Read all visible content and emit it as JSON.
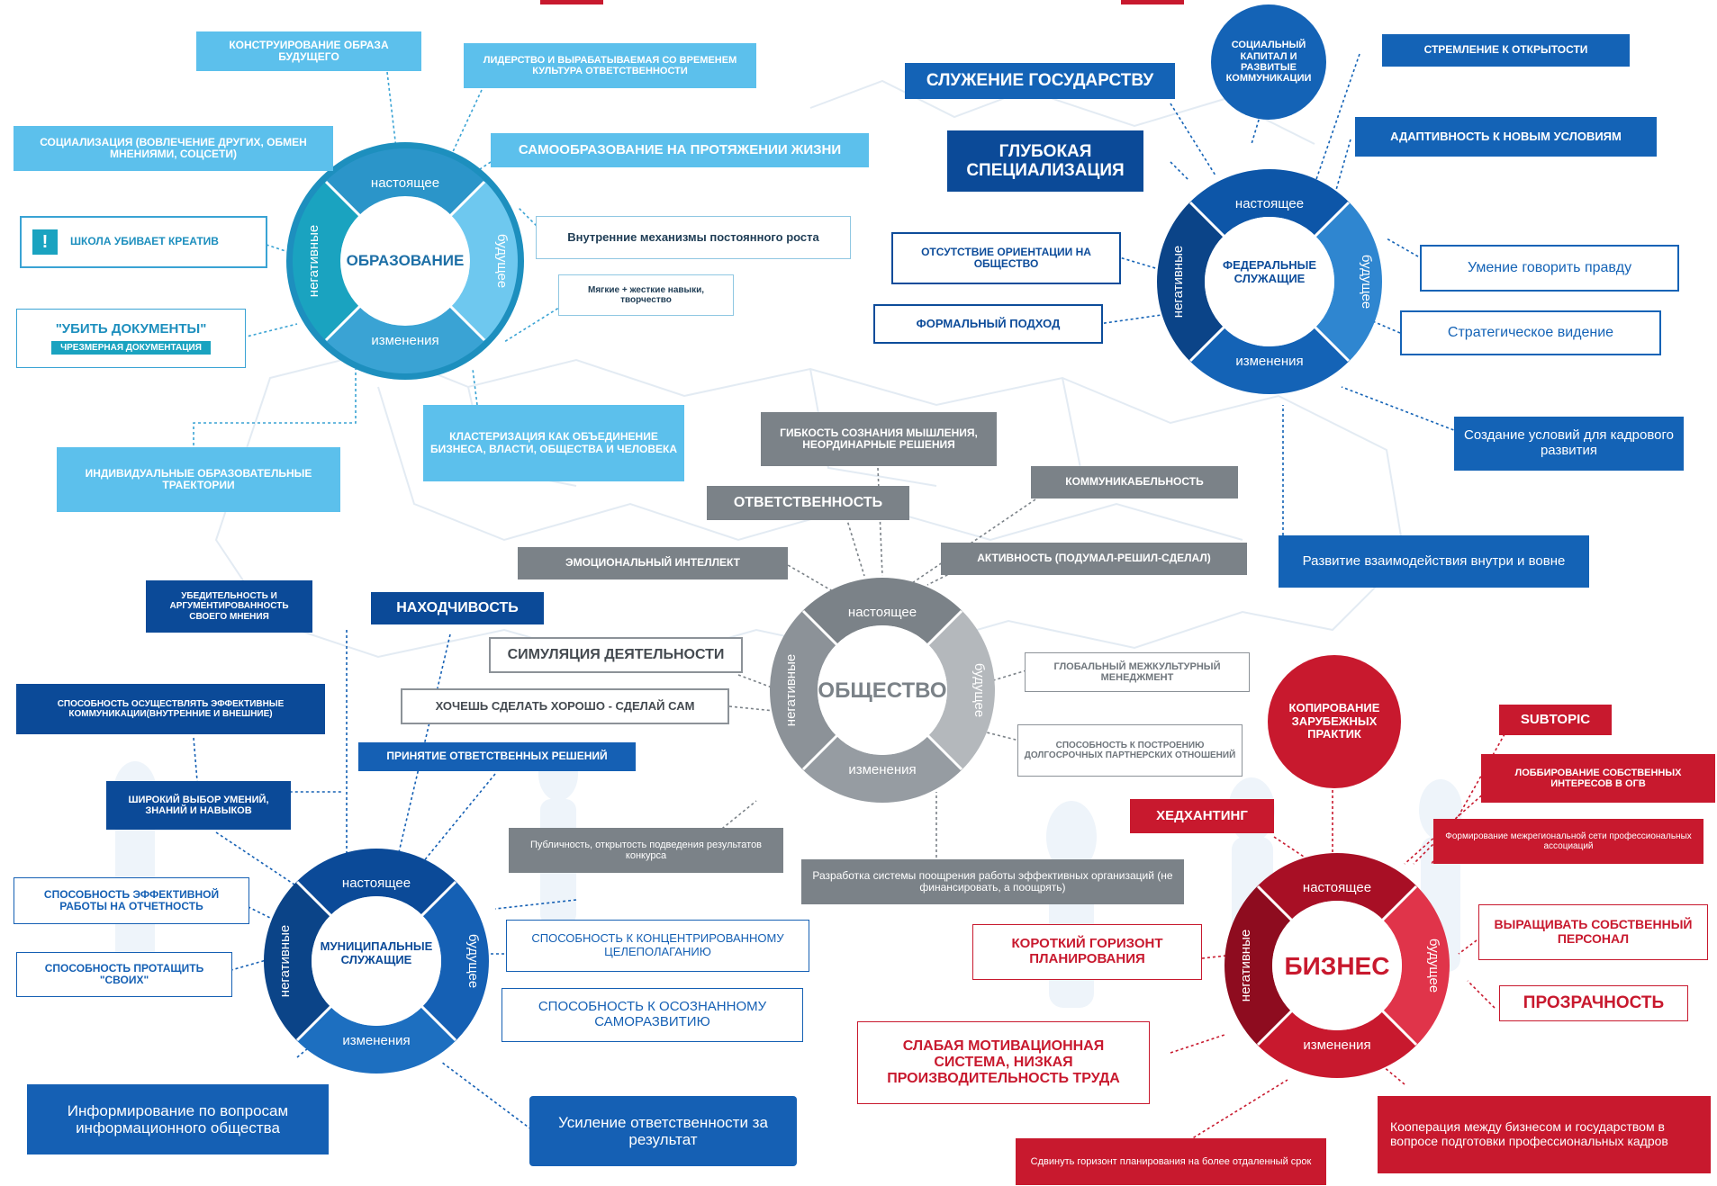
{
  "colors": {
    "edu_dark": "#1d8fbe",
    "edu_mid": "#3aa3d4",
    "edu_light": "#5cc0ec",
    "edu_teal": "#1aa3c0",
    "fed_dark": "#0d4c9a",
    "fed_mid": "#1463b6",
    "fed_light": "#2f86d0",
    "soc_dark": "#7b8288",
    "soc_mid": "#969ca2",
    "soc_light": "#b4b8bc",
    "mun_dark": "#0b4a98",
    "mun_mid": "#1560b4",
    "biz_dark": "#a80f25",
    "biz_mid": "#c8192e",
    "biz_light": "#e0344a",
    "outline_blue": "#1e5fae",
    "outline_grey": "#6f767c",
    "outline_red": "#c8192e"
  },
  "hubs": {
    "education": {
      "center": "ОБРАЗОВАНИЕ",
      "top": "настоящее",
      "right": "будущее",
      "bottom": "изменения",
      "left": "негативные"
    },
    "federal": {
      "center": "ФЕДЕРАЛЬНЫЕ СЛУЖАЩИЕ",
      "top": "настоящее",
      "right": "будущее",
      "bottom": "изменения",
      "left": "негативные"
    },
    "society": {
      "center": "ОБЩЕСТВО",
      "top": "настоящее",
      "right": "будущее",
      "bottom": "изменения",
      "left": "негативные"
    },
    "municipal": {
      "center": "МУНИЦИПАЛЬНЫЕ СЛУЖАЩИЕ",
      "top": "настоящее",
      "right": "будущее",
      "bottom": "изменения",
      "left": "негативные"
    },
    "business": {
      "center": "БИЗНЕС",
      "top": "настоящее",
      "right": "будущее",
      "bottom": "изменения",
      "left": "негативные"
    }
  },
  "education": {
    "n1": "КОНСТРУИРОВАНИЕ ОБРАЗА БУДУЩЕГО",
    "n2": "ЛИДЕРСТВО И ВЫРАБАТЫВАЕМАЯ СО ВРЕМЕНЕМ КУЛЬТУРА ОТВЕТСТВЕННОСТИ",
    "n3": "СОЦИАЛИЗАЦИЯ (ВОВЛЕЧЕНИЕ ДРУГИХ, ОБМЕН МНЕНИЯМИ, СОЦСЕТИ)",
    "n4": "САМООБРАЗОВАНИЕ НА ПРОТЯЖЕНИИ ЖИЗНИ",
    "n5_mark": "!",
    "n5": "ШКОЛА УБИВАЕТ КРЕАТИВ",
    "n6": "Внутренние механизмы постоянного роста",
    "n7": "Мягкие + жесткие навыки, творчество",
    "n8": "\"УБИТЬ ДОКУМЕНТЫ\"",
    "n8_sub": "ЧРЕЗМЕРНАЯ ДОКУМЕНТАЦИЯ",
    "n9": "КЛАСТЕРИЗАЦИЯ КАК ОБЪЕДИНЕНИЕ БИЗНЕСА, ВЛАСТИ, ОБЩЕСТВА И ЧЕЛОВЕКА",
    "n10": "ИНДИВИДУАЛЬНЫЕ ОБРАЗОВАТЕЛЬНЫЕ ТРАЕКТОРИИ"
  },
  "federal": {
    "n1": "СОЦИАЛЬНЫЙ КАПИТАЛ И РАЗВИТЫЕ КОММУНИКАЦИИ",
    "n2": "СТРЕМЛЕНИЕ К ОТКРЫТОСТИ",
    "n3": "СЛУЖЕНИЕ ГОСУДАРСТВУ",
    "n4": "АДАПТИВНОСТЬ К НОВЫМ УСЛОВИЯМ",
    "n5": "ГЛУБОКАЯ СПЕЦИАЛИЗАЦИЯ",
    "n6": "ОТСУТСТВИЕ ОРИЕНТАЦИИ НА ОБЩЕСТВО",
    "n7": "Умение говорить правду",
    "n8": "ФОРМАЛЬНЫЙ ПОДХОД",
    "n9": "Стратегическое видение",
    "n10": "Создание условий для кадрового развития",
    "n11": "Развитие взаимодействия внутри и вовне"
  },
  "society": {
    "n1": "ГИБКОСТЬ СОЗНАНИЯ МЫШЛЕНИЯ, НЕОРДИНАРНЫЕ РЕШЕНИЯ",
    "n2": "ОТВЕТСТВЕННОСТЬ",
    "n3": "КОММУНИКАБЕЛЬНОСТЬ",
    "n4": "ЭМОЦИОНАЛЬНЫЙ ИНТЕЛЛЕКТ",
    "n5": "АКТИВНОСТЬ (ПОДУМАЛ-РЕШИЛ-СДЕЛАЛ)",
    "n6": "СИМУЛЯЦИЯ ДЕЯТЕЛЬНОСТИ",
    "n7": "ХОЧЕШЬ СДЕЛАТЬ ХОРОШО - СДЕЛАЙ САМ",
    "n8": "ГЛОБАЛЬНЫЙ МЕЖКУЛЬТУРНЫЙ МЕНЕДЖМЕНТ",
    "n9": "СПОСОБНОСТЬ К ПОСТРОЕНИЮ ДОЛГОСРОЧНЫХ ПАРТНЕРСКИХ ОТНОШЕНИЙ",
    "n10": "Публичность, открытость подведения результатов конкурса",
    "n11": "Разработка системы поощрения работы эффективных организаций (не финансировать, а поощрять)"
  },
  "municipal": {
    "n1": "УБЕДИТЕЛЬНОСТЬ И АРГУМЕНТИРОВАННОСТЬ СВОЕГО МНЕНИЯ",
    "n2": "НАХОДЧИВОСТЬ",
    "n3": "СПОСОБНОСТЬ ОСУЩЕСТВЛЯТЬ ЭФФЕКТИВНЫЕ КОММУНИКАЦИИ(ВНУТРЕННИЕ И ВНЕШНИЕ)",
    "n4": "ПРИНЯТИЕ ОТВЕТСТВЕННЫХ РЕШЕНИЙ",
    "n5": "ШИРОКИЙ ВЫБОР УМЕНИЙ, ЗНАНИЙ И НАВЫКОВ",
    "n6": "СПОСОБНОСТЬ ЭФФЕКТИВНОЙ РАБОТЫ НА ОТЧЕТНОСТЬ",
    "n7": "СПОСОБНОСТЬ ПРОТАЩИТЬ \"СВОИХ\"",
    "n8": "СПОСОБНОСТЬ К КОНЦЕНТРИРОВАННОМУ ЦЕЛЕПОЛАГАНИЮ",
    "n9": "СПОСОБНОСТЬ К ОСОЗНАННОМУ САМОРАЗВИТИЮ",
    "n10": "Информирование по вопросам информационного общества",
    "n11": "Усиление ответственности за результат"
  },
  "business": {
    "n1": "КОПИРОВАНИЕ ЗАРУБЕЖНЫХ ПРАКТИК",
    "n2": "SUBTOPIC",
    "n3": "ЛОББИРОВАНИЕ СОБСТВЕННЫХ ИНТЕРЕСОВ В ОГВ",
    "n4": "ХЕДХАНТИНГ",
    "n5": "Формирование межрегиональной сети профессиональных ассоциаций",
    "n6": "ВЫРАЩИВАТЬ СОБСТВЕННЫЙ ПЕРСОНАЛ",
    "n7": "КОРОТКИЙ ГОРИЗОНТ ПЛАНИРОВАНИЯ",
    "n8": "ПРОЗРАЧНОСТЬ",
    "n9": "СЛАБАЯ МОТИВАЦИОННАЯ СИСТЕМА, НИЗКАЯ ПРОИЗВОДИТЕЛЬНОСТЬ ТРУДА",
    "n10": "Кооперация между бизнесом и государством в вопросе подготовки профессиональных кадров",
    "n11": "Сдвинуть горизонт планирования на более отдаленный срок"
  }
}
